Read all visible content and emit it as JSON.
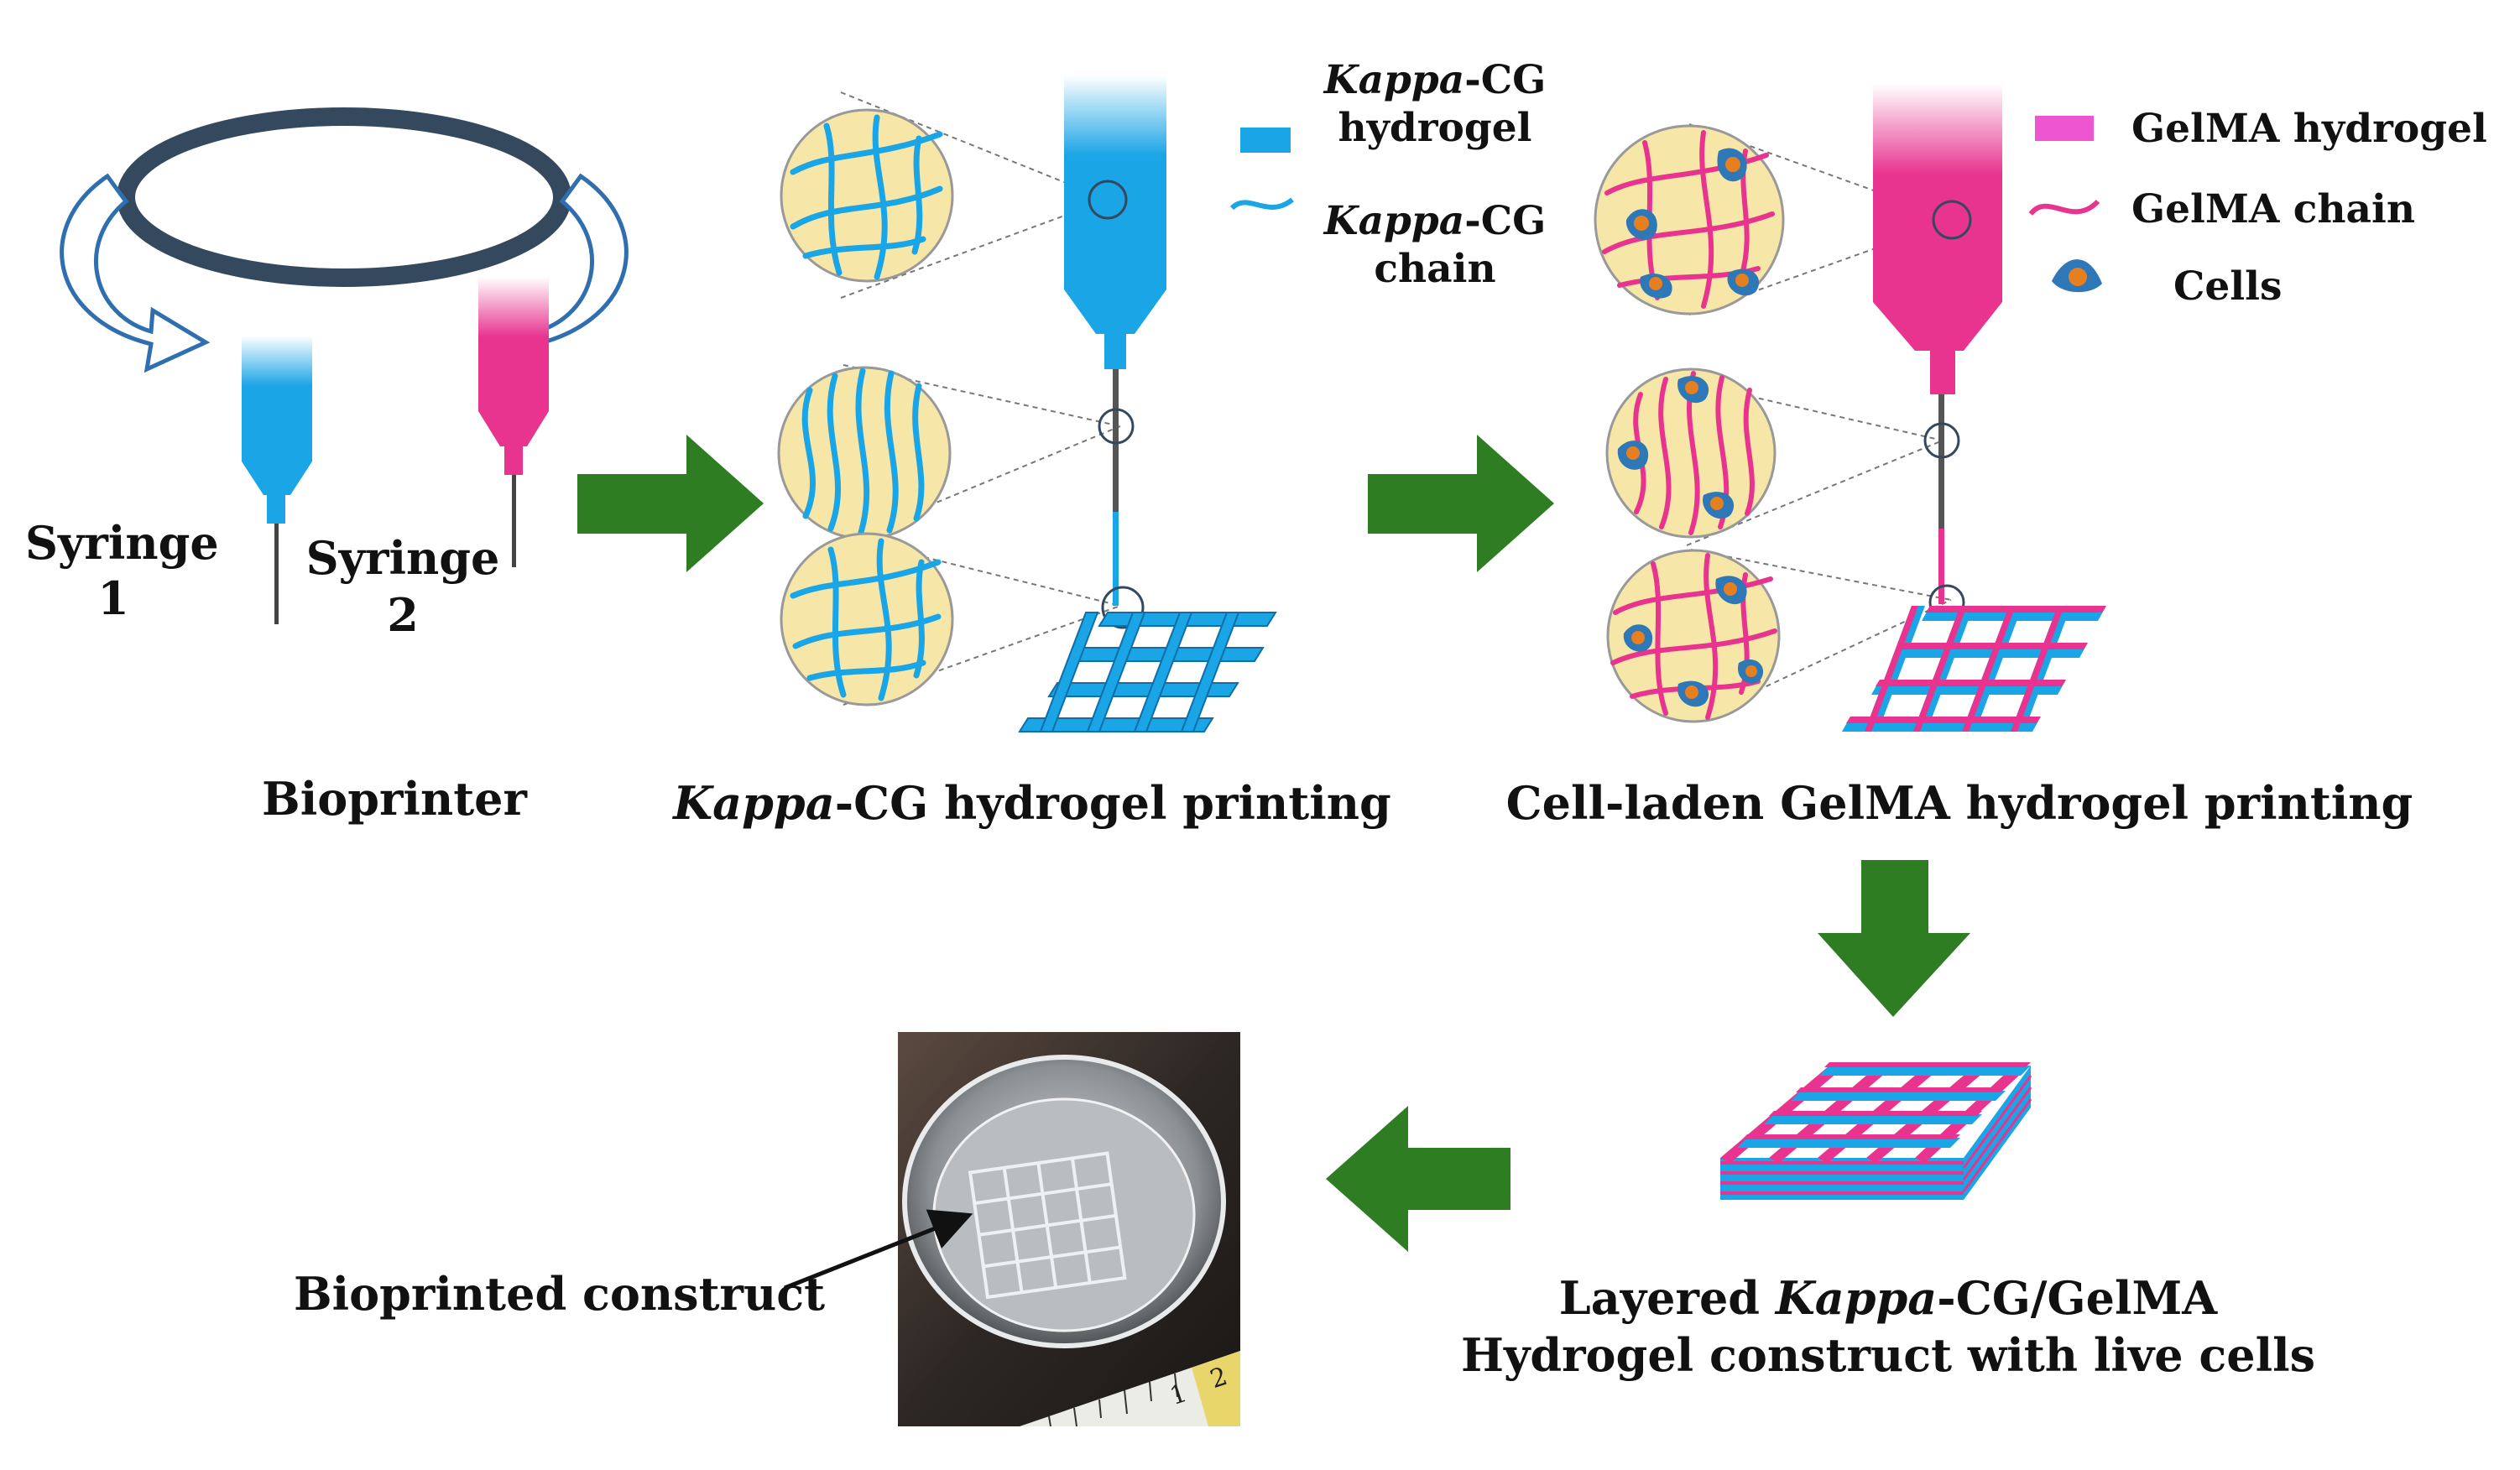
{
  "colors": {
    "kappa_blue": "#1aa5e6",
    "gelma_pink": "#e8338f",
    "gelma_legend": "#ee55d0",
    "arrow_green": "#2e7d23",
    "circle_fill": "#f6e6a8",
    "ring_dark": "#35495e",
    "cell_blue": "#2f78b8",
    "cell_orange": "#e67f1f"
  },
  "icons": [
    "rotate-left-icon",
    "rotate-right-icon",
    "syringe-icon",
    "process-arrow-icon",
    "cell-icon",
    "scaffold-grid-icon"
  ],
  "bioprinter": {
    "syringe1": {
      "line1": "Syringe",
      "line2": "1"
    },
    "syringe2": {
      "line1": "Syringe",
      "line2": "2"
    },
    "caption": "Bioprinter"
  },
  "kappa_stage": {
    "caption_italic": "Kappa",
    "caption_rest": "-CG hydrogel printing",
    "legend": {
      "hydrogel_italic": "Kappa",
      "hydrogel_rest": "-CG",
      "hydrogel_line2": "hydrogel",
      "chain_italic": "Kappa",
      "chain_rest": "-CG",
      "chain_line2": "chain"
    }
  },
  "gelma_stage": {
    "caption": "Cell-laden GelMA hydrogel printing",
    "legend": {
      "hydrogel": "GelMA hydrogel",
      "chain": "GelMA chain",
      "cells": "Cells"
    }
  },
  "layered": {
    "line1_pre": "Layered ",
    "line1_italic": "Kappa",
    "line1_rest": "-CG/GelMA",
    "line2": "Hydrogel construct with live cells"
  },
  "photo": {
    "pointer_label": "Bioprinted construct",
    "ruler_marks": [
      "1",
      "2"
    ]
  }
}
